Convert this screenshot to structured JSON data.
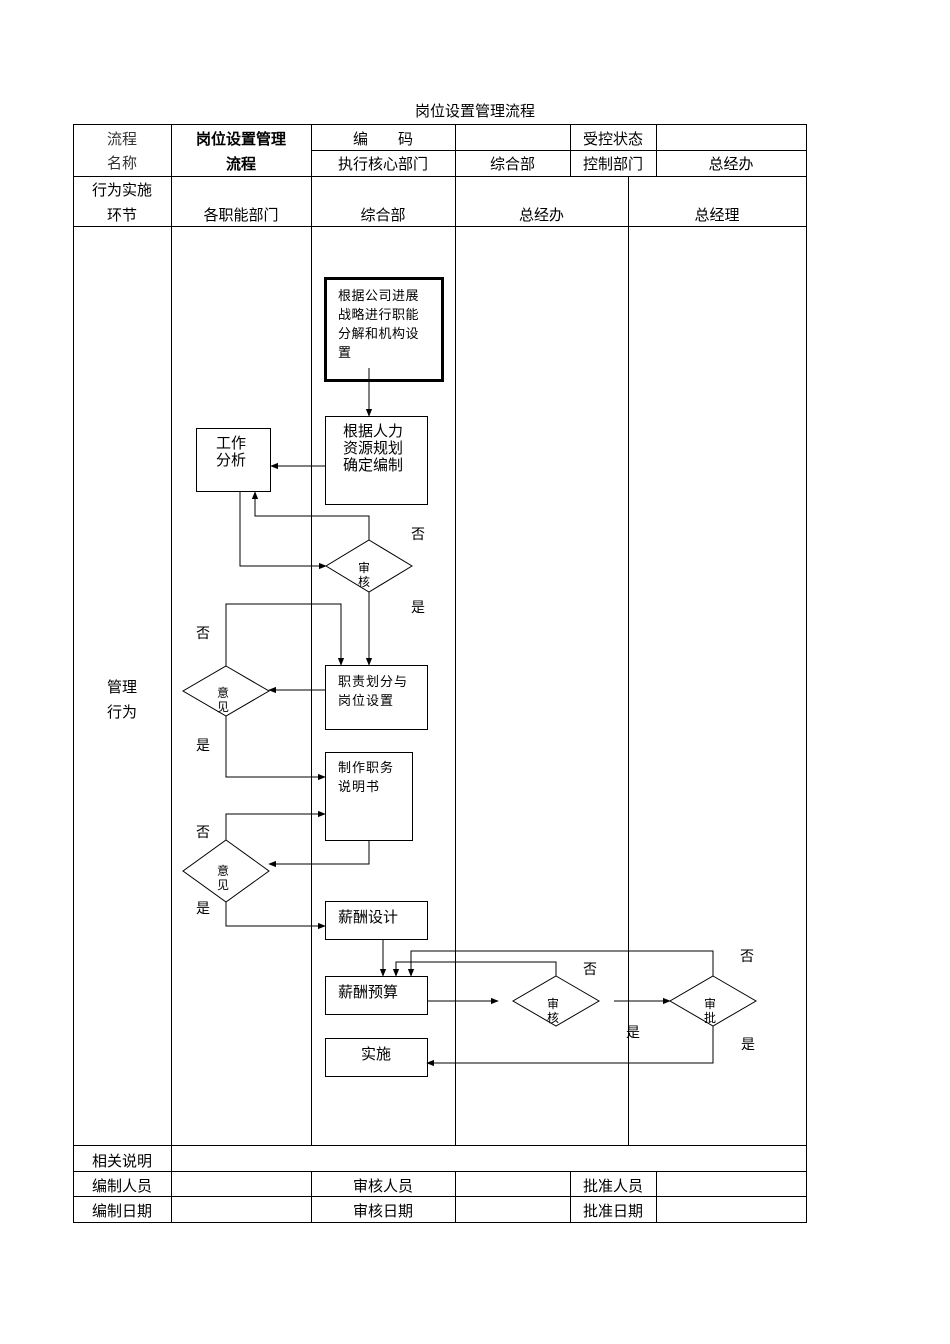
{
  "title": "岗位设置管理流程",
  "header": {
    "process_name_label_1": "流程",
    "process_name_label_2": "名称",
    "process_name_1": "岗位设置管理",
    "process_name_2": "流程",
    "code_label": "编　　码",
    "code_value": "",
    "controlled_status_label": "受控状态",
    "controlled_status_value": "",
    "core_dept_label": "执行核心部门",
    "core_dept_value": "综合部",
    "control_dept_label": "控制部门",
    "control_dept_value": "总经办"
  },
  "lanes_header": {
    "row_label_1": "行为实施",
    "row_label_2": "环节",
    "lanes": [
      "各职能部门",
      "综合部",
      "总经办",
      "总经理"
    ]
  },
  "body_label_1": "管理",
  "body_label_2": "行为",
  "flow": {
    "nodes": {
      "strategy": "根据公司进展战略进行职能分解和机构设置",
      "staffing": "根据人力资源规划确定编制",
      "job_analysis": "工作分析",
      "review1": "审核",
      "duties": "职责划分与岗位设置",
      "opinion1": "意见",
      "job_desc": "制作职务说明书",
      "opinion2": "意见",
      "salary_design": "薪酬设计",
      "salary_budget": "薪酬预算",
      "review2": "审核",
      "approve": "审批",
      "implement": "实施"
    },
    "labels": {
      "no": "否",
      "yes": "是"
    }
  },
  "footer": {
    "notes_label": "相关说明",
    "notes_value": "",
    "author_label": "编制人员",
    "author_value": "",
    "reviewer_label": "审核人员",
    "reviewer_value": "",
    "approver_label": "批准人员",
    "approver_value": "",
    "author_date_label": "编制日期",
    "author_date_value": "",
    "review_date_label": "审核日期",
    "review_date_value": "",
    "approve_date_label": "批准日期",
    "approve_date_value": ""
  }
}
